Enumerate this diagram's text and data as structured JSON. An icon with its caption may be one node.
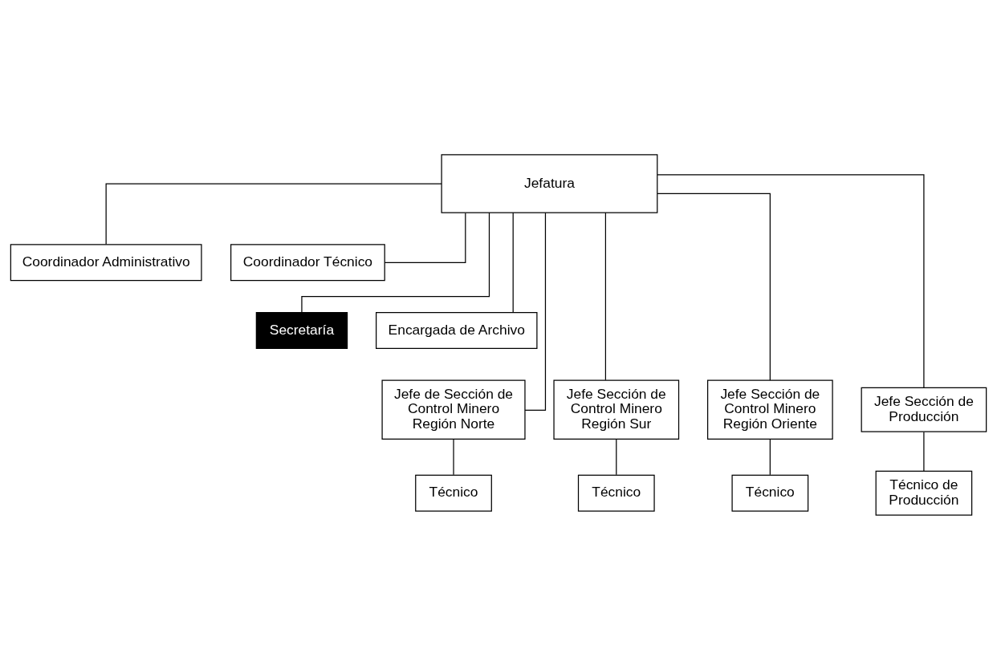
{
  "diagram": {
    "nodes": [
      {
        "text": [
          "Jefatura"
        ]
      },
      {
        "text": [
          "Coordinador Administrativo"
        ]
      },
      {
        "text": [
          "Coordinador Técnico"
        ]
      },
      {
        "text": [
          "Secretaría"
        ]
      },
      {
        "text": [
          "Encargada de Archivo"
        ]
      },
      {
        "text": [
          "Jefe de Sección de Control Minero Región Norte"
        ]
      },
      {
        "text": [
          "Jefe Sección de Control Minero Región Sur"
        ]
      },
      {
        "text": [
          "Jefe Sección de Control Minero Región Oriente"
        ]
      },
      {
        "text": [
          "Jefe Sección de Producción"
        ]
      },
      {
        "text": [
          "Técnico"
        ]
      },
      {
        "text": [
          "Técnico"
        ]
      },
      {
        "text": [
          "Técnico"
        ]
      },
      {
        "text": [
          "Técnico de Producción"
        ]
      }
    ],
    "edges": [
      {
        "from": 0,
        "to": 1,
        "arrow": "none"
      },
      {
        "from": 0,
        "to": 2,
        "arrow": "none"
      },
      {
        "from": 0,
        "to": 3,
        "arrow": "none"
      },
      {
        "from": 0,
        "to": 4,
        "arrow": "none"
      },
      {
        "from": 0,
        "to": 5,
        "arrow": "none"
      },
      {
        "from": 0,
        "to": 6,
        "arrow": "none"
      },
      {
        "from": 0,
        "to": 7,
        "arrow": "none"
      },
      {
        "from": 0,
        "to": 8,
        "arrow": "none"
      },
      {
        "from": 5,
        "to": 9,
        "arrow": "none"
      },
      {
        "from": 6,
        "to": 10,
        "arrow": "none"
      },
      {
        "from": 7,
        "to": 11,
        "arrow": "none"
      },
      {
        "from": 8,
        "to": 12,
        "arrow": "none"
      }
    ]
  }
}
